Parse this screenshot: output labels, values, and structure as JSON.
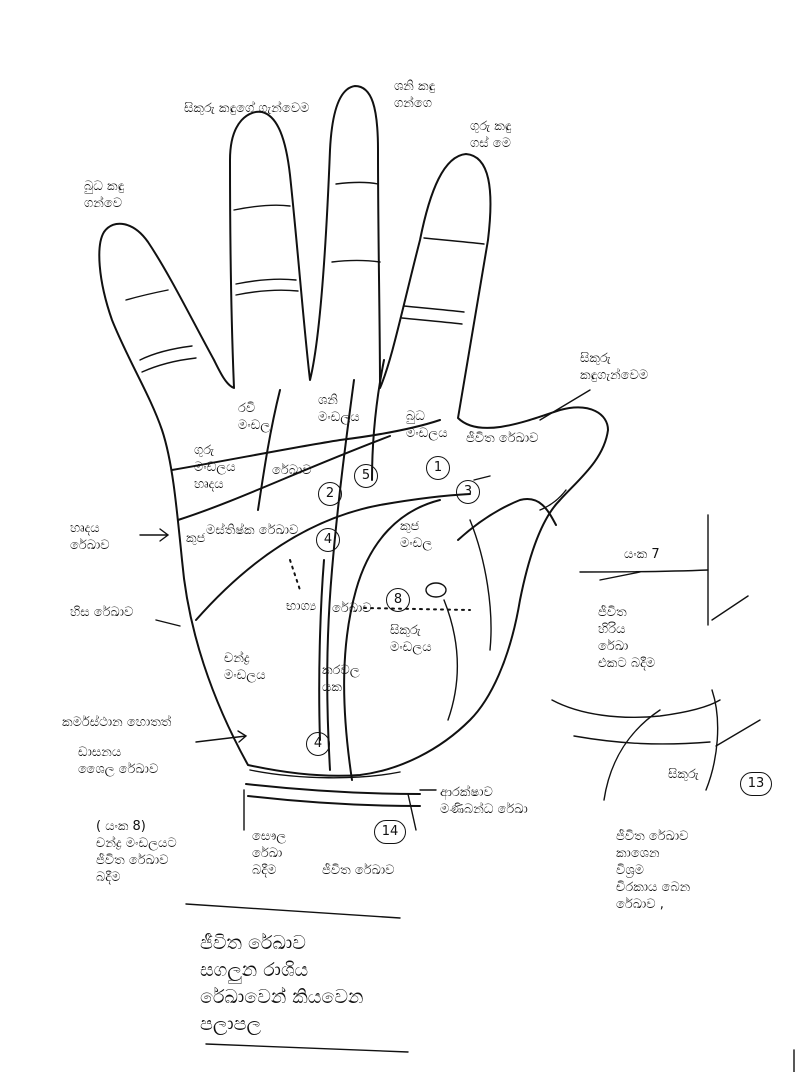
{
  "labels": {
    "index_finger_mount": "ගුරු කඳු\nගස් මෙ",
    "ring_finger_mount": "සිකුරු කඳුගේ ගැන්වෙම",
    "middle_finger_mount": "ශනි කඳු\nගන්ගෙ",
    "little_finger_mount": "බුධ කඳු\nගන්වෙ",
    "thumb_mount": "සිකුරු\nකඳුගැන්වෙම",
    "ravi_mount": "රවි\nමංඩල",
    "shani_mount": "ශනි\nමංඩලය",
    "budha_mount": "බුධ\nමංඩලය",
    "guru_mount_lower": "ගුරු\nමංඩලය\nහෘදය",
    "heart_line_label": "රේඛාව",
    "life_line_top": "ජීවිත රේඛාව",
    "heart_line_left": "හෘදය\nරේඛාව",
    "kuja_left": "කුජ",
    "head_line_mid": "මස්තිෂ්ක රේඛාව",
    "kuja_mount": "කුජ\nමංඩල",
    "head_line_left": "හිස රේඛාව",
    "fate_line_a": "භාග්‍ය",
    "fate_line_b": "රේඛාව",
    "chandra_mount": "චන්ද්‍ර\nමංඩලය",
    "sikuru_mount": "සිකුරු\nමංඩලය",
    "kaval_label": "කරවල\nයක",
    "wrist_left": "කර්මස්ථාන හොතත්",
    "wrist_left2": "ඩාසනය\nශෛල රේඛාව",
    "footnote_left": "( යංක 8)\nචන්ද්‍ර මංඩලයට\nජීවිත රේඛාව\nබදීම",
    "footnote_mid": "සෞල\nරේඛා\nබදීම",
    "footnote_life": "ජීවිත රේඛාව",
    "wrist_right": "ආරක්ෂාව\nමණිබන්ධ රේඛා",
    "inset_top_label": "යංක 7",
    "inset_top_text": "ජීවිත\nහිරිය\nරේඛා\nඑකට බදීම",
    "inset_bottom_label": "සිකුරු",
    "inset_bottom_text": "ජීවිත රේඛාව\nකාශෙන\nවිශ්‍රම\nචිරකාය බෙන\nරේඛාව ,",
    "bottom_title": "ජීවිත රේඛාව\nසගලුන රාශිය\nරේඛාවෙන් කියවෙන\nපලාපල"
  },
  "numbers": [
    "1",
    "2",
    "3",
    "4",
    "5",
    "8",
    "4",
    "14",
    "13"
  ]
}
